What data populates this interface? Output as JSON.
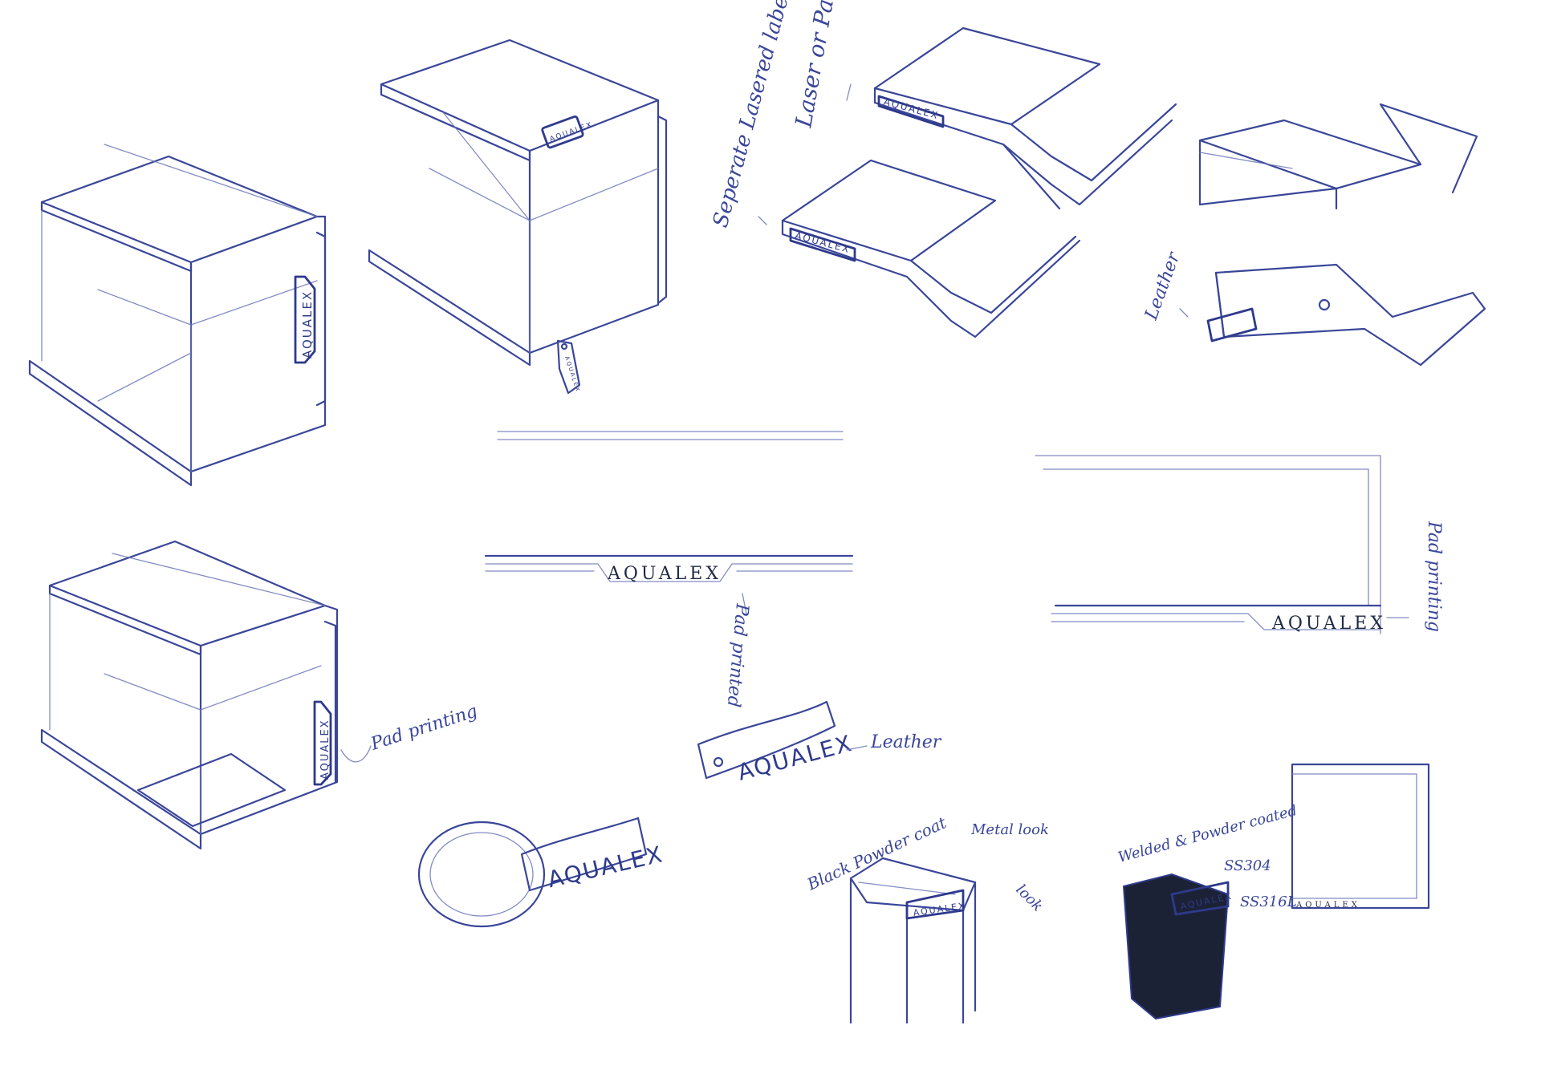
{
  "brand": {
    "logo_text": "AQUALEX",
    "ink_color": "#3a4699",
    "print_color": "#1f2a44"
  },
  "annotations": {
    "laser_print": "Laser or Pad print",
    "separate_label": "Seperate Lasered label",
    "leather_1": "Leather",
    "pad_printing_1": "Pad printing",
    "pad_printed": "Pad printed",
    "leather_2": "Leather",
    "pad_printing_2": "Pad printing",
    "black_powder_coat": "Black Powder coat",
    "metal_look": "Metal look",
    "look": "look",
    "welded_powder_coated": "Welded & Powder coated",
    "ss304": "SS304",
    "ss316": "SS316L"
  }
}
